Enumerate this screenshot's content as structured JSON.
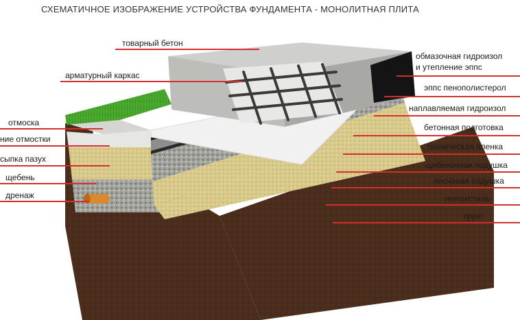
{
  "title": "СХЕМАТИЧНОЕ ИЗОБРАЖЕНИЕ УСТРОЙСТВА ФУНДАМЕНТА - МОНОЛИТНАЯ ПЛИТА",
  "colors": {
    "pointer_line": "#d32f2f",
    "soil": "#4a2c1a",
    "sand": "#d8c98a",
    "gravel": "#9a9a95",
    "concrete": "#c8c8c8",
    "waterproofing": "#1c1c1c",
    "insulation": "#f2f2f2",
    "grass": "#3fa02a",
    "drain_pipe": "#d88a2c"
  },
  "labels": {
    "tovarny_beton": "товарный бетон",
    "armaturny_karkas": "арматурный каркас",
    "otmoska": "отмоска",
    "osnovanie_otmostki": "ние отмостки",
    "obratnaya_zasypka": "сыпка пазух",
    "shcheben": "щебень",
    "drenazh": "дренаж",
    "obmazochnaya_1": "обмазочная гидроизол",
    "obmazochnaya_2": "и утепление эппс",
    "epps": "эппс пенополистерол",
    "naplavlyaemaya": "наплавляемая гидроизол",
    "betonnaya_podgotovka": "бетонная подготовка",
    "tehnicheskaya_plenka": "техническая пленка",
    "shchebenochnaya_podushka": "щебеночная подушка",
    "peschanaya_podushka": "песчаная подушка",
    "geotekstil": "геотекстиль",
    "grunt": "грунт"
  }
}
